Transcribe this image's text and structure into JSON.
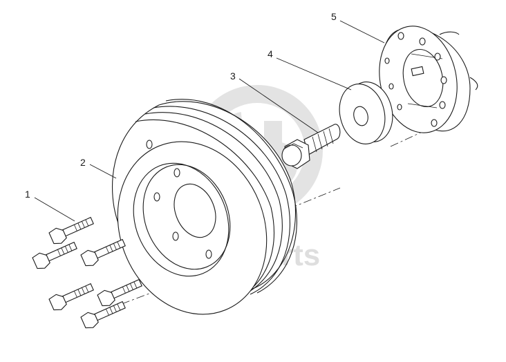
{
  "callouts": [
    {
      "id": "1",
      "label": "1"
    },
    {
      "id": "2",
      "label": "2"
    },
    {
      "id": "3",
      "label": "3"
    },
    {
      "id": "4",
      "label": "4"
    },
    {
      "id": "5",
      "label": "5"
    }
  ],
  "watermark": {
    "text": "dara-parts"
  },
  "colors": {
    "line": "#1a1a1a",
    "background": "#ffffff",
    "watermark": "#d6d6d6"
  }
}
